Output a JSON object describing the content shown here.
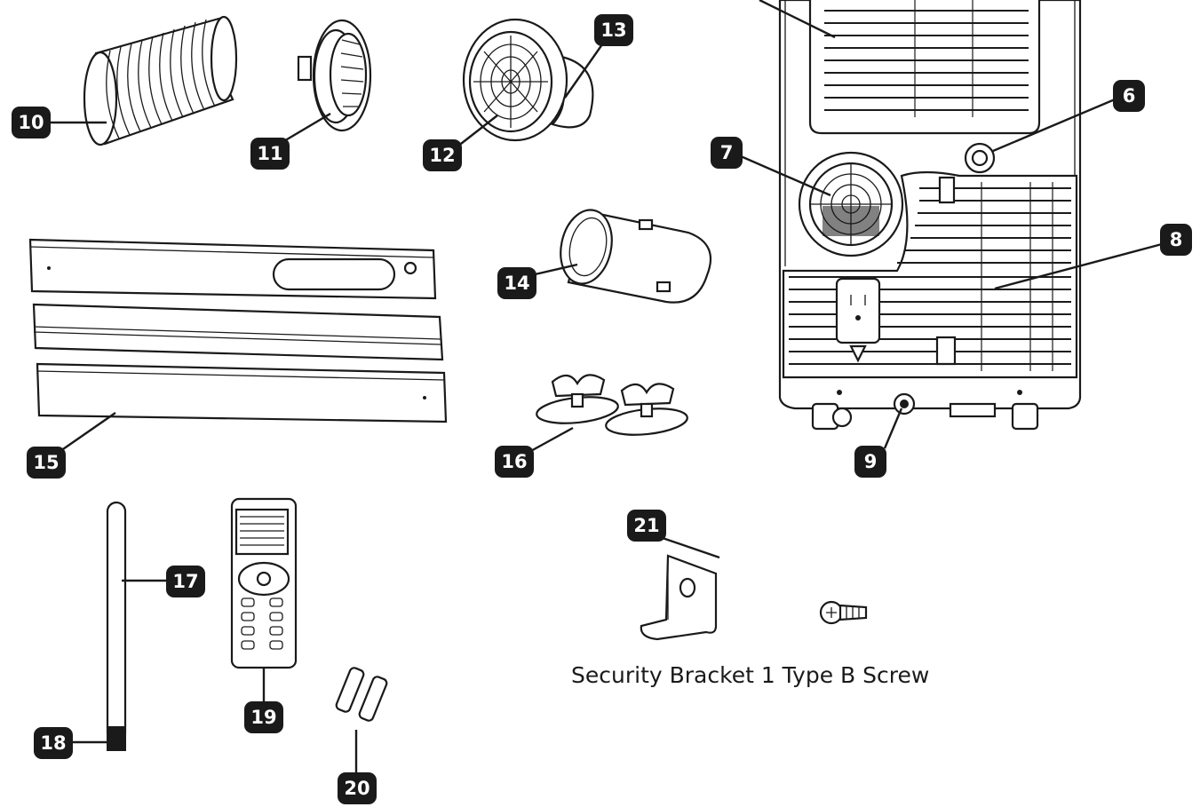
{
  "diagram": {
    "callouts": {
      "c6": "6",
      "c7": "7",
      "c8": "8",
      "c9": "9",
      "c10": "10",
      "c11": "11",
      "c12": "12",
      "c13": "13",
      "c14": "14",
      "c15": "15",
      "c16": "16",
      "c17": "17",
      "c18": "18",
      "c19": "19",
      "c20": "20",
      "c21": "21"
    },
    "caption": "Security Bracket 1 Type B Screw"
  }
}
